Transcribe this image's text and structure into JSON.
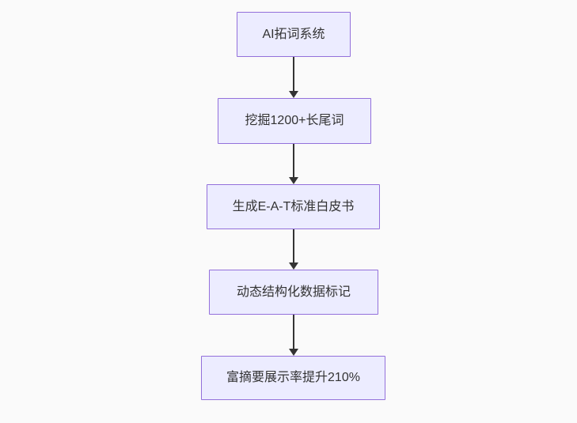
{
  "colors": {
    "background": "#fafafa",
    "node_fill": "#ECECFF",
    "node_border": "#9370DB",
    "node_text": "#333333",
    "edge": "#333333"
  },
  "flowchart": {
    "type": "flowchart",
    "direction": "top-down",
    "nodes": [
      {
        "id": "1",
        "label": "AI拓词系统"
      },
      {
        "id": "2",
        "label": "挖掘1200+长尾词"
      },
      {
        "id": "3",
        "label": "生成E-A-T标准白皮书"
      },
      {
        "id": "4",
        "label": "动态结构化数据标记"
      },
      {
        "id": "5",
        "label": "富摘要展示率提升210%"
      }
    ],
    "edges": [
      {
        "from": "1",
        "to": "2"
      },
      {
        "from": "2",
        "to": "3"
      },
      {
        "from": "3",
        "to": "4"
      },
      {
        "from": "4",
        "to": "5"
      }
    ]
  }
}
